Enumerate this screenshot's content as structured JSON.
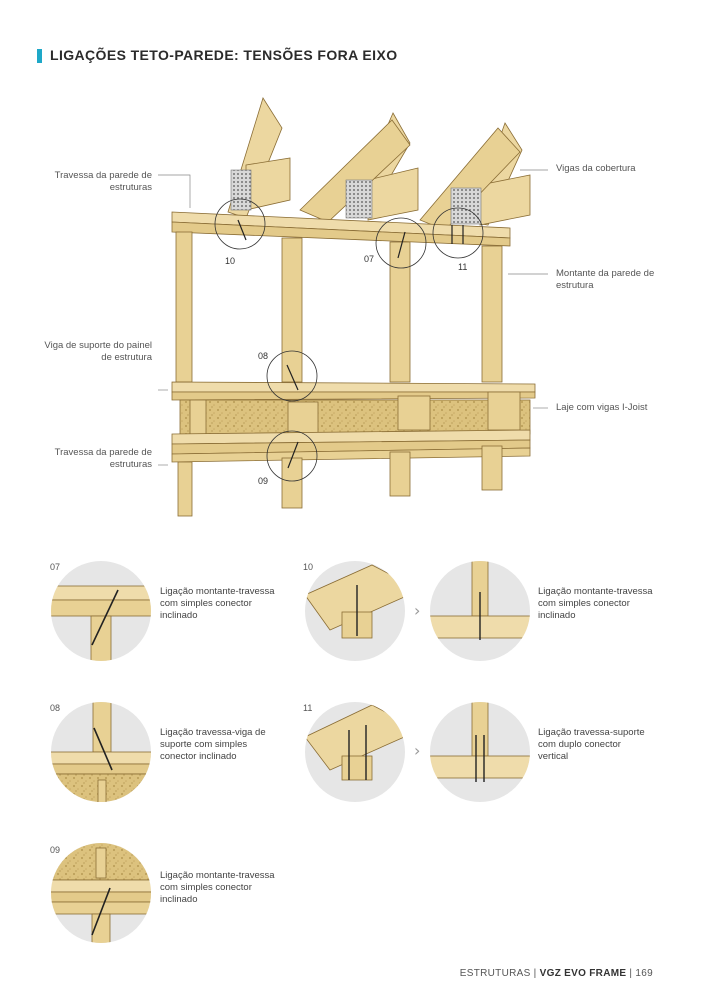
{
  "header": {
    "title": "LIGAÇÕES TETO-PAREDE: TENSÕES FORA EIXO"
  },
  "callouts": {
    "travessa_top": "Travessa da parede de estruturas",
    "vigas_cobertura": "Vigas da cobertura",
    "montante": "Montante da parede de estrutura",
    "viga_suporte": "Viga de suporte do painel de estrutura",
    "laje": "Laje com vigas I-Joist",
    "travessa_bottom": "Travessa da parede de estruturas"
  },
  "markers": {
    "m10": "10",
    "m07": "07",
    "m11": "11",
    "m08": "08",
    "m09": "09"
  },
  "details": {
    "d07": {
      "num": "07",
      "text": "Ligação montante-travessa com simples conector inclinado"
    },
    "d10": {
      "num": "10",
      "text": "Ligação montante-travessa com simples conector inclinado"
    },
    "d08": {
      "num": "08",
      "text": "Ligação travessa-viga de suporte com simples conector inclinado"
    },
    "d11": {
      "num": "11",
      "text": "Ligação travessa-suporte com duplo conector vertical"
    },
    "d09": {
      "num": "09",
      "text": "Ligação montante-travessa com simples conector inclinado"
    }
  },
  "footer": {
    "section": "ESTRUTURAS",
    "product": "VGZ EVO FRAME",
    "page": "169"
  },
  "colors": {
    "wood": "#e9d49a",
    "wood_dark": "#cdb272",
    "osb": "#d9c07a",
    "accent": "#1ea8c8",
    "circle_bg": "#e6e6e6"
  }
}
